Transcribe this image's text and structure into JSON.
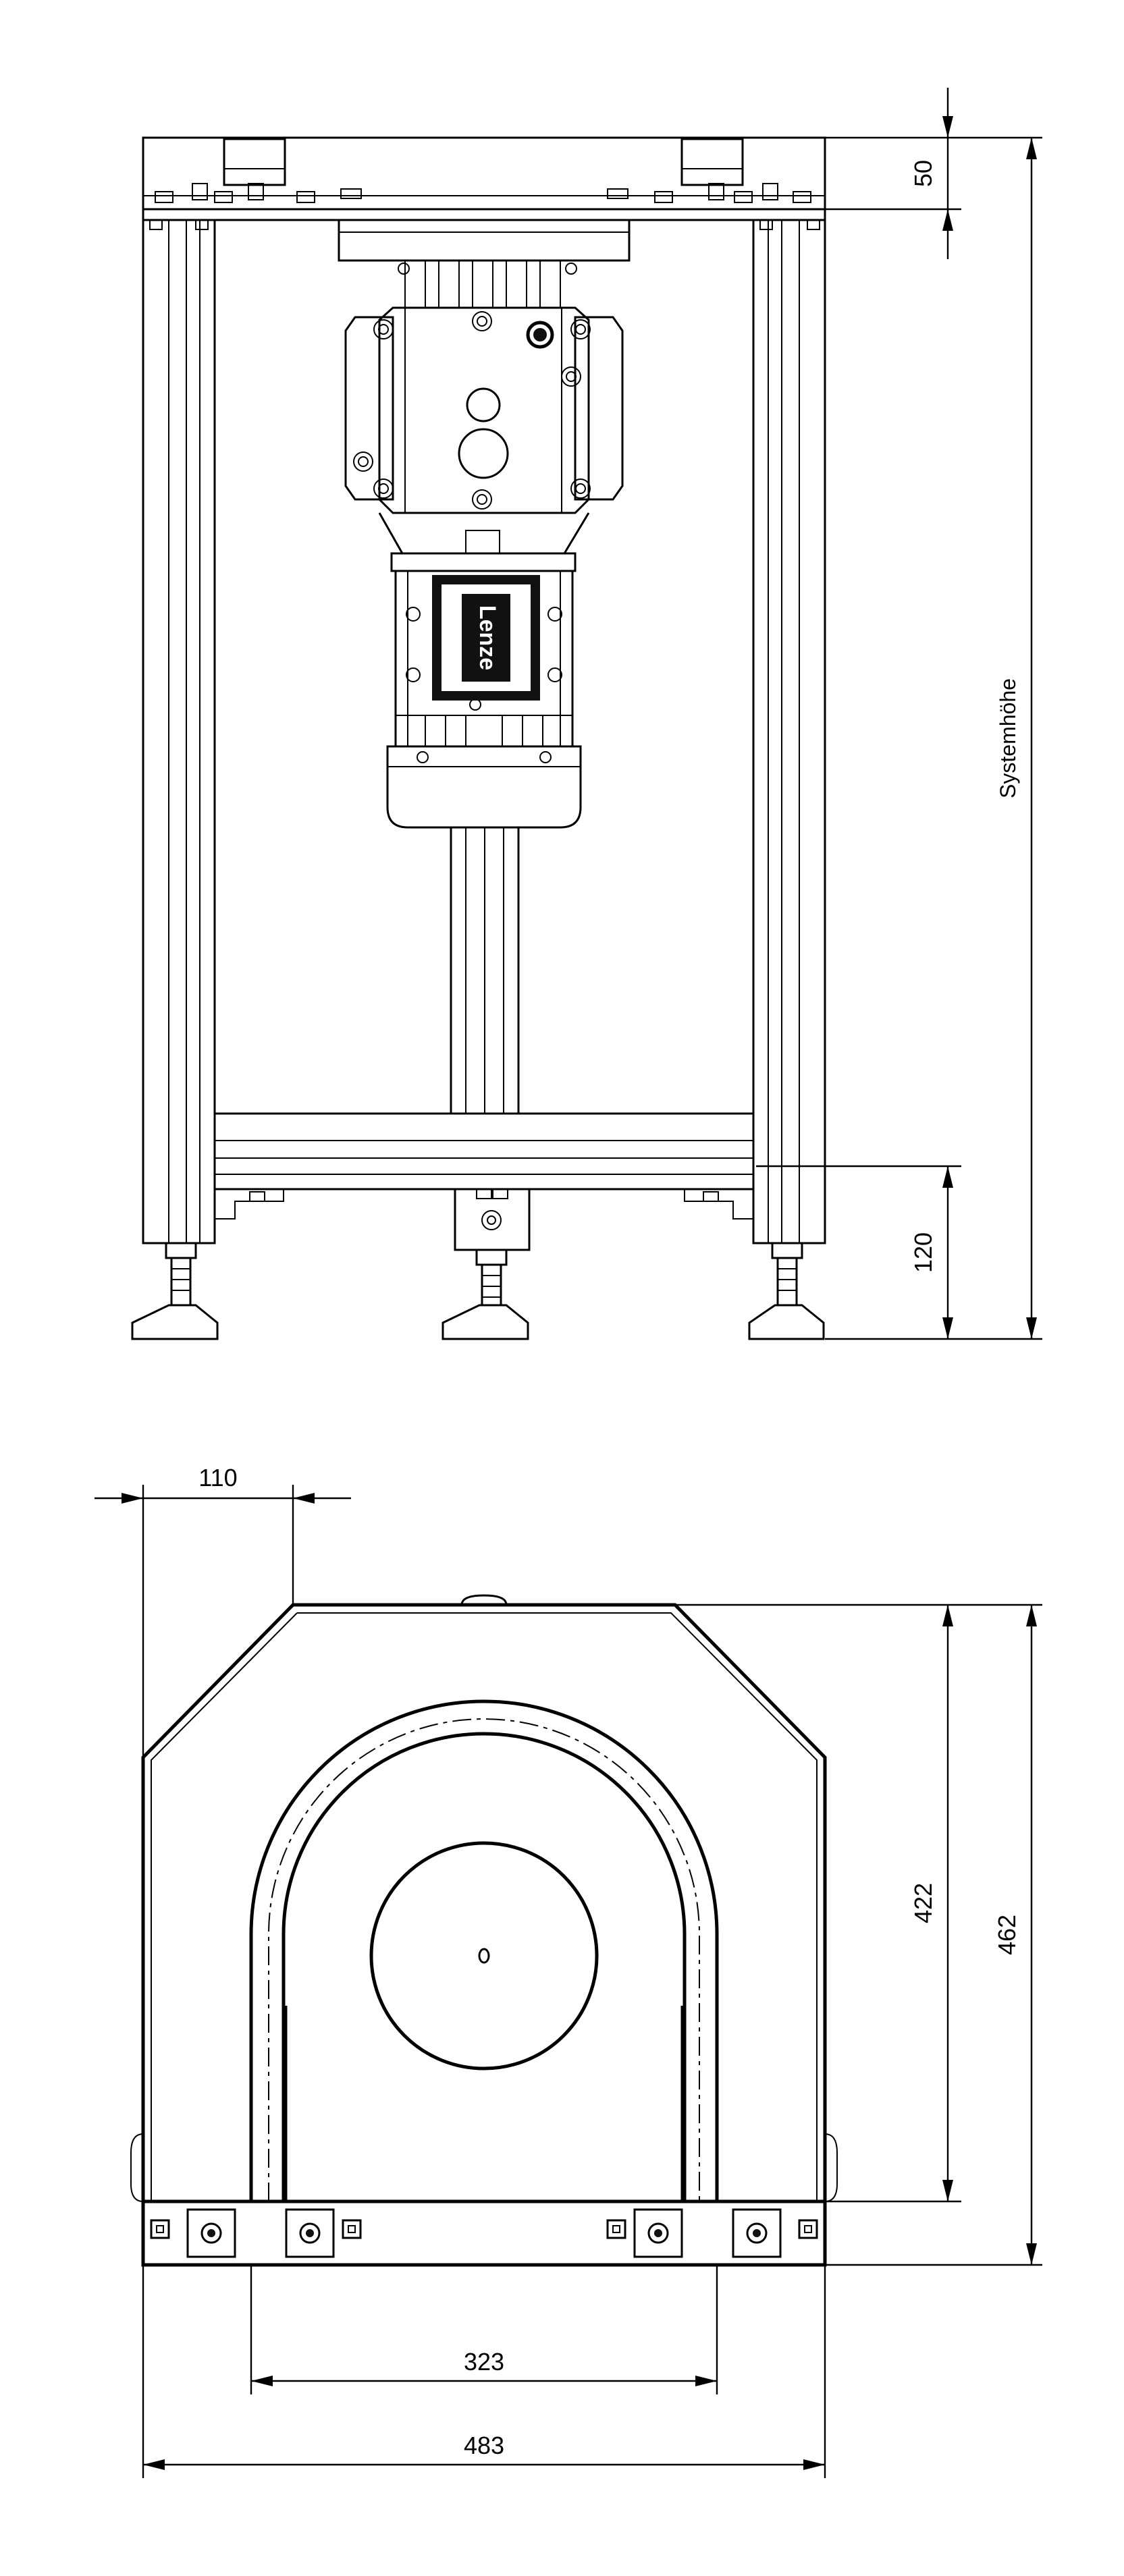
{
  "drawing": {
    "front_view": {
      "dim_top": "50",
      "dim_bottom": "120",
      "dim_system": "Systemhöhe",
      "motor_brand": "Lenze"
    },
    "top_view": {
      "dim_width_top": "110",
      "dim_height_inner": "422",
      "dim_height_total": "462",
      "dim_width_inner": "323",
      "dim_width_total": "483"
    }
  }
}
